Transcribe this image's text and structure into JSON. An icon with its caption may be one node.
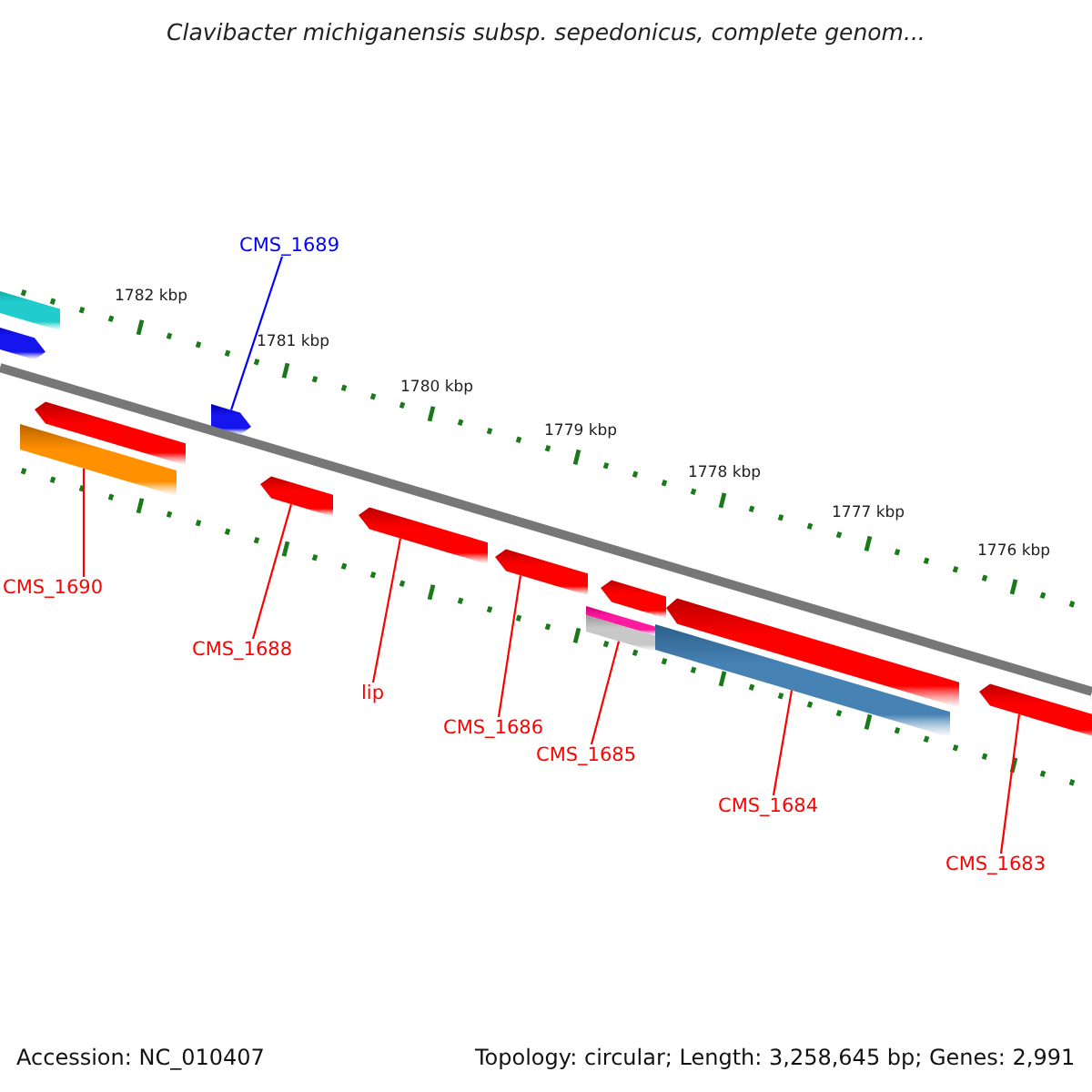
{
  "diagram": {
    "title": "Clavibacter michiganensis subsp. sepedonicus, complete genom...",
    "nodes": [
      {
        "text": [],
        "shape": "bar"
      },
      {
        "text": [],
        "shape": "bar"
      },
      {
        "text": [],
        "shape": "bar"
      },
      {
        "text": [],
        "shape": "bar"
      },
      {
        "text": [],
        "shape": "bar"
      },
      {
        "text": [],
        "shape": "bar"
      },
      {
        "text": [],
        "shape": "bar"
      },
      {
        "text": [],
        "shape": "bar"
      },
      {
        "text": [],
        "shape": "bar"
      },
      {
        "text": [],
        "shape": "bar"
      },
      {
        "text": [],
        "shape": "bar"
      },
      {
        "text": [],
        "shape": "bar"
      },
      {
        "text": [],
        "shape": "bar"
      },
      {
        "text": [],
        "shape": "bar"
      },
      {
        "text": [
          "CMS_1689"
        ]
      },
      {
        "text": [
          "CMS_1690"
        ]
      },
      {
        "text": [
          "CMS_1688"
        ]
      },
      {
        "text": [
          "lip"
        ]
      },
      {
        "text": [
          "CMS_1686"
        ]
      },
      {
        "text": [
          "CMS_1685"
        ]
      },
      {
        "text": [
          "CMS_1684"
        ]
      },
      {
        "text": [
          "CMS_1683"
        ]
      }
    ],
    "edges": [
      {
        "from": 14,
        "to": 2,
        "arrow": "none",
        "color": "#0000ff"
      },
      {
        "from": 15,
        "to": 4,
        "arrow": "none"
      },
      {
        "from": 16,
        "to": 5,
        "arrow": "none"
      },
      {
        "from": 17,
        "to": 6,
        "arrow": "none"
      },
      {
        "from": 18,
        "to": 7,
        "arrow": "none"
      },
      {
        "from": 19,
        "to": 10,
        "arrow": "none"
      },
      {
        "from": 20,
        "to": 12,
        "arrow": "none"
      },
      {
        "from": 21,
        "to": 13,
        "arrow": "none"
      }
    ],
    "labels": [
      "1782 kbp",
      "1781 kbp",
      "1780 kbp",
      "1779 kbp",
      "1778 kbp",
      "1777 kbp",
      "1776 kbp",
      "Accession: NC_010407",
      "Topology: circular; Length: 3,258,645 bp; Genes: 2,991"
    ]
  }
}
